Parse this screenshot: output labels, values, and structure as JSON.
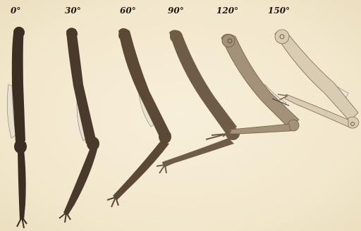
{
  "figure": {
    "labels": [
      "0°",
      "30°",
      "60°",
      "90°",
      "120°",
      "150°"
    ]
  },
  "limbs": [
    {
      "angle": 0,
      "shade": "#3b2e22"
    },
    {
      "angle": 30,
      "shade": "#4a3a2b"
    },
    {
      "angle": 60,
      "shade": "#5b4936"
    },
    {
      "angle": 90,
      "shade": "#6f5c46"
    },
    {
      "angle": 120,
      "shade": "#a3917a"
    },
    {
      "angle": 150,
      "shade": "#d9ccb2"
    }
  ]
}
